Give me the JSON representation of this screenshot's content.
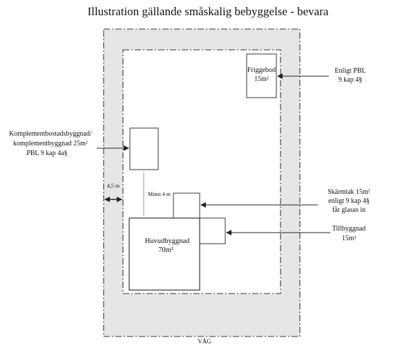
{
  "title": "Illustration gällande småskalig bebyggelse - bevara",
  "colors": {
    "setback": "#e6e6e6",
    "line": "#333333",
    "text": "#111111"
  },
  "buildings": {
    "friggebod": {
      "line1": "Friggebod",
      "line2": "15m²"
    },
    "komplement": {},
    "huvud": {
      "line1": "Huvudbyggnad",
      "line2": "70m²"
    },
    "skarmtak": {},
    "tillbyggnad": {}
  },
  "callouts": {
    "enligt_pbl": {
      "line1": "Enligt PBL",
      "line2": "9 kap 4§"
    },
    "komplement": {
      "line1": "Komplementbostadsbyggnad/",
      "line2": "komplementbyggnad 25m²",
      "line3": "PBL 9 kap 4a§"
    },
    "skarmtak": {
      "line1": "Skärmtak 15m²",
      "line2": "enligt 9 kap 4§",
      "line3": "får glasas in"
    },
    "tillbyggnad": {
      "line1": "Tillbyggnad",
      "line2": "15m²"
    }
  },
  "dimensions": {
    "setback": "4,5 m",
    "min_distance": "Minst 4 m"
  },
  "road_label": "VÄG"
}
